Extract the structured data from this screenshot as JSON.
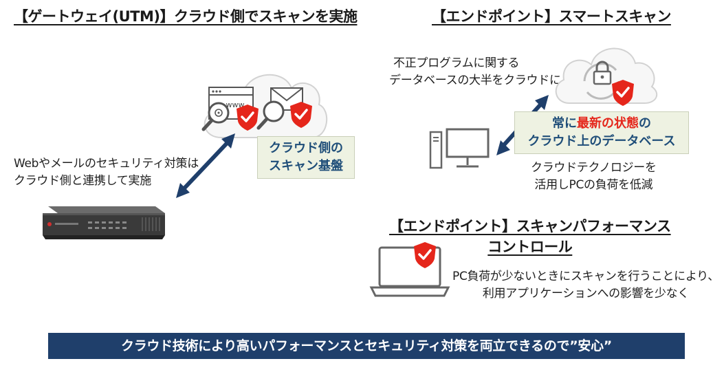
{
  "left": {
    "heading": "【ゲートウェイ(UTM)】クラウド側でスキャンを実施",
    "description_line1": "Webやメールのセキュリティ対策は",
    "description_line2": "クラウド側と連携して実施",
    "box_line1": "クラウド側の",
    "box_line2": "スキャン基盤",
    "browser_text": "www"
  },
  "right_top": {
    "heading": "【エンドポイント】スマートスキャン",
    "note_line1": "不正プログラムに関する",
    "note_line2": "データベースの大半をクラウドに",
    "box_line1_pre": "常に",
    "box_line1_accent": "最新の状態",
    "box_line1_post": "の",
    "box_line2": "クラウド上のデータベース",
    "desc_line1": "クラウドテクノロジーを",
    "desc_line2": "活用しPCの負荷を低減"
  },
  "right_bottom": {
    "heading_line1": "【エンドポイント】スキャンパフォーマンス",
    "heading_line2": "コントロール",
    "desc_line1": "PC負荷が少ないときにスキャンを行うことにより、",
    "desc_line2": "利用アプリケーションへの影響を少なく"
  },
  "banner": {
    "text": "クラウド技術により高いパフォーマンスとセキュリティ対策を両立できるので”安心”"
  },
  "colors": {
    "navy": "#1f3f6b",
    "shield": "#e5261b",
    "box_bg": "#eef2e2",
    "box_text": "#1f4e79"
  }
}
